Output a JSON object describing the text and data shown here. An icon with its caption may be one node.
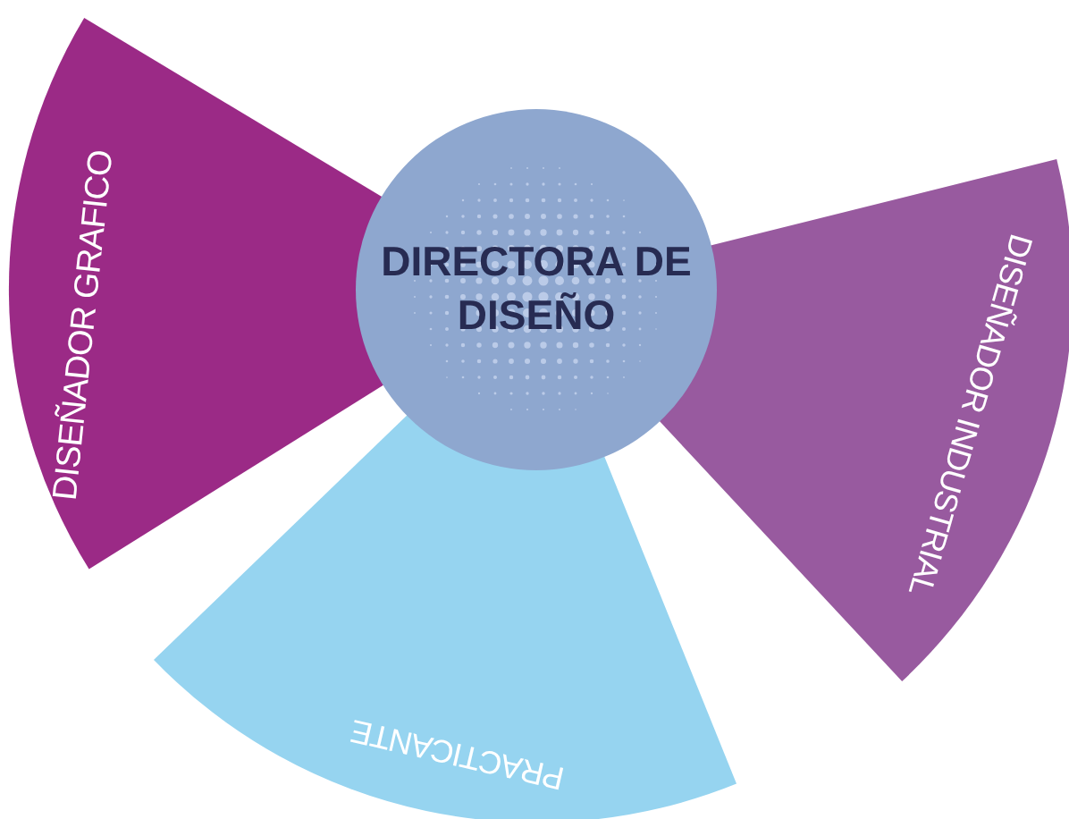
{
  "diagram": {
    "nodes": [
      {
        "text": [
          "DIRECTORA DE DISEÑO"
        ]
      },
      {
        "text": [
          "DISEÑADOR GRAFICO"
        ]
      },
      {
        "text": [
          "DISEÑADOR INDUSTRIAL"
        ]
      },
      {
        "text": [
          "PRACTICANTE"
        ]
      }
    ]
  }
}
